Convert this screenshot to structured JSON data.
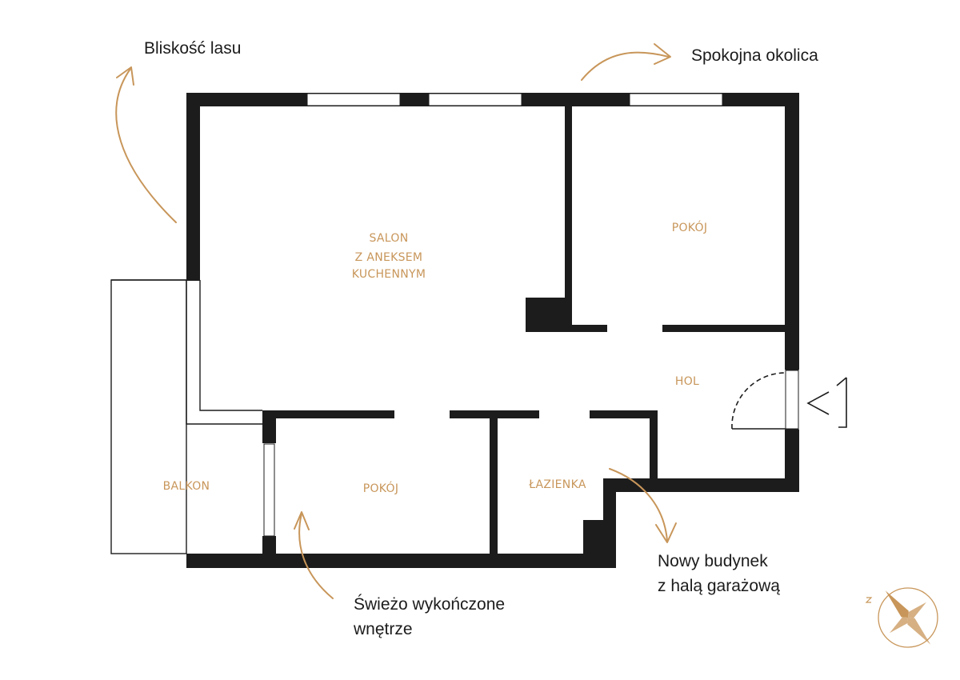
{
  "rooms": {
    "salon": [
      "SALON",
      "Z ANEKSEM",
      "KUCHENNYM"
    ],
    "pokoj_top": "POKÓJ",
    "hol": "HOL",
    "pokoj_bottom": "POKÓJ",
    "lazienka": "ŁAZIENKA",
    "balkon": "BALKON"
  },
  "annotations": {
    "forest": "Bliskość lasu",
    "quiet": "Spokojna okolica",
    "interior": [
      "Świeżo wykończone",
      "wnętrze"
    ],
    "building": [
      "Nowy budynek",
      "z halą garażową"
    ]
  },
  "colors": {
    "wall": "#1c1c1c",
    "accent": "#c8965a",
    "background": "#ffffff"
  },
  "icons": {
    "compass": "compass-rose-icon",
    "entrance": "entrance-arrow-icon"
  }
}
